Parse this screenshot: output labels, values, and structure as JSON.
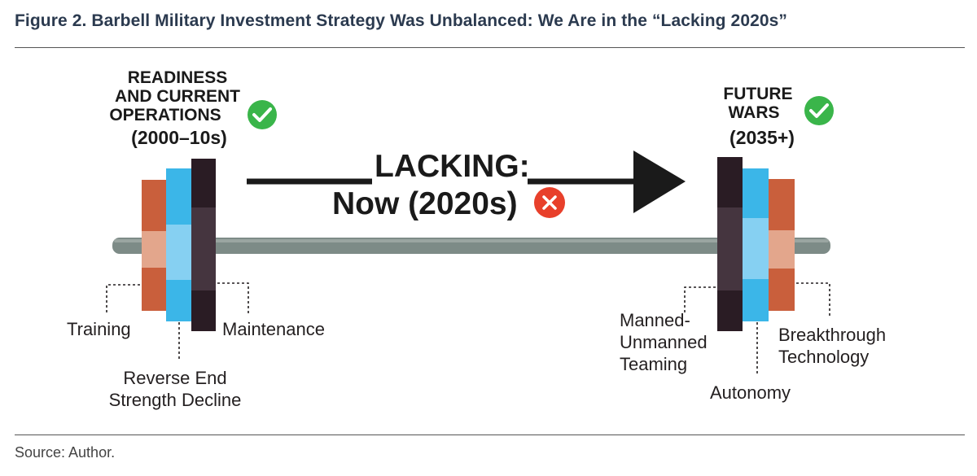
{
  "figure": {
    "title": "Figure 2. Barbell Military Investment Strategy Was Unbalanced: We Are in the “Lacking 2020s”",
    "source": "Source: Author."
  },
  "left_period": {
    "line1": "READINESS",
    "line2": "AND CURRENT",
    "line3": "OPERATIONS",
    "years": "(2000–10s)",
    "status": "check"
  },
  "right_period": {
    "line1": "FUTURE",
    "line2": "WARS",
    "years": "(2035+)",
    "status": "check"
  },
  "middle": {
    "line1": "LACKING:",
    "line2": "Now (2020s)",
    "status": "cross"
  },
  "left_weights": {
    "training": "Training",
    "reverse_line1": "Reverse End",
    "reverse_line2": "Strength Decline",
    "maintenance": "Maintenance"
  },
  "right_weights": {
    "manned_line1": "Manned-",
    "manned_line2": "Unmanned",
    "manned_line3": "Teaming",
    "autonomy": "Autonomy",
    "breakthrough_line1": "Breakthrough",
    "breakthrough_line2": "Technology"
  },
  "colors": {
    "title": "#2b3a4f",
    "bar": "#7d8b87",
    "plate_orange": "#c95f3c",
    "plate_orange_light": "#e3a68c",
    "plate_blue": "#3bb6e8",
    "plate_blue_light": "#86d0f2",
    "plate_dark": "#2a1c24",
    "plate_dark_mid": "#45353f",
    "check_green": "#3ab54a",
    "cross_red": "#e8402b"
  }
}
